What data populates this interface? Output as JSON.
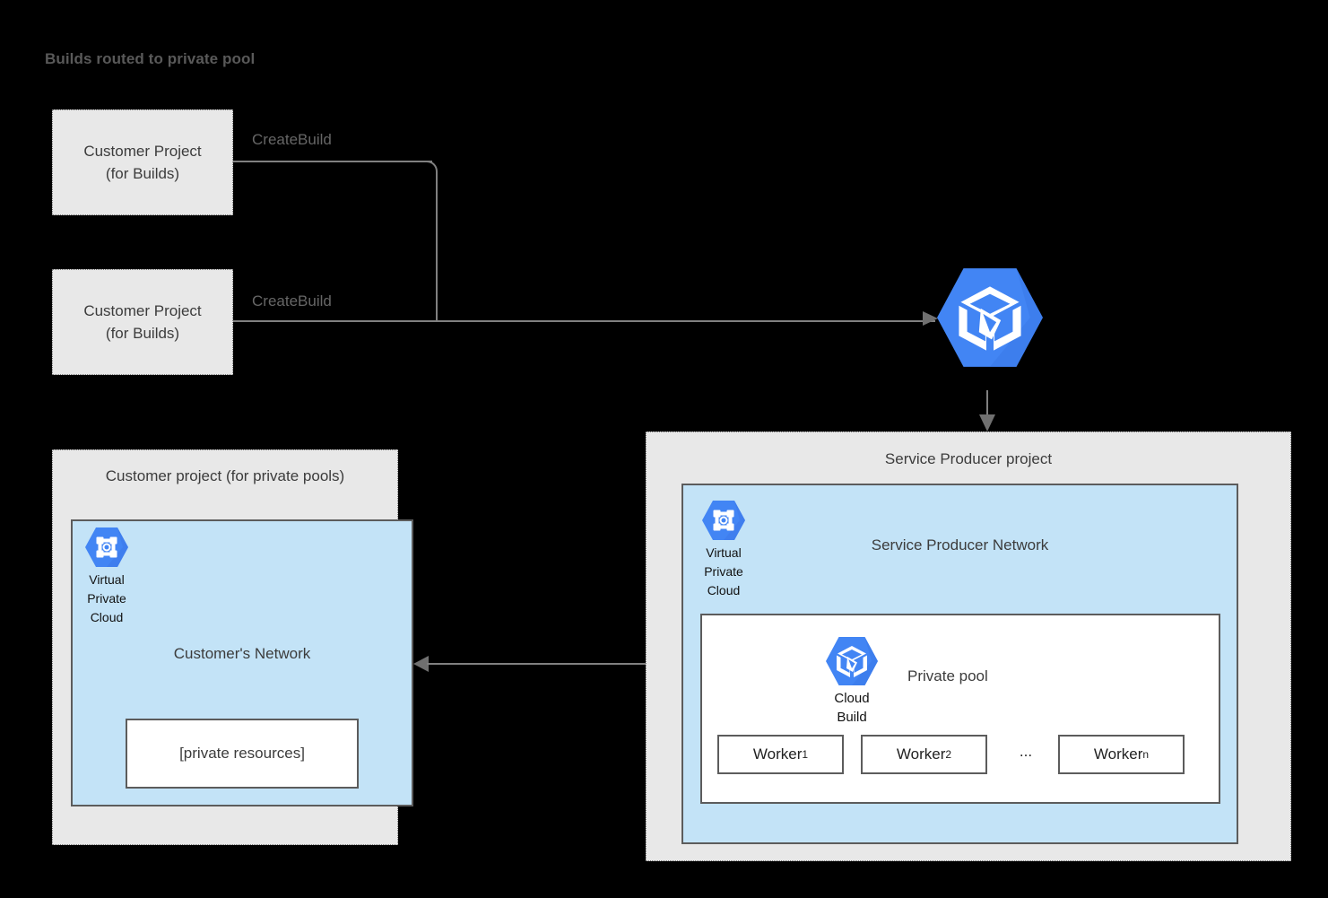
{
  "title": "Builds routed to private pool",
  "customer_build_projects": [
    {
      "line1": "Customer Project",
      "line2": "(for Builds)",
      "edge_label": "CreateBuild"
    },
    {
      "line1": "Customer Project",
      "line2": "(for Builds)",
      "edge_label": "CreateBuild"
    }
  ],
  "cloud_build_service": {
    "icon": "cloud-build-icon"
  },
  "customer_pools_project": {
    "title": "Customer project (for private pools)",
    "vpc": {
      "icon": "virtual-private-cloud-icon",
      "label_line1": "Virtual",
      "label_line2": "Private",
      "label_line3": "Cloud"
    },
    "network_title": "Customer's Network",
    "private_resources": "[private resources]"
  },
  "service_producer_project": {
    "title": "Service Producer project",
    "vpc": {
      "icon": "virtual-private-cloud-icon",
      "label_line1": "Virtual",
      "label_line2": "Private",
      "label_line3": "Cloud"
    },
    "network_title": "Service Producer Network",
    "private_pool": {
      "title": "Private pool",
      "cloud_build_icon": "cloud-build-icon",
      "cloud_build_label_line1": "Cloud",
      "cloud_build_label_line2": "Build",
      "workers": [
        {
          "name": "Worker",
          "sub": "1"
        },
        {
          "name": "Worker",
          "sub": "2"
        },
        {
          "name": "Worker",
          "sub": "n"
        }
      ],
      "ellipsis": "..."
    }
  },
  "colors": {
    "background": "#000000",
    "project_fill": "#E8E8E8",
    "project_border": "#7A7A7A",
    "network_fill": "#C3E3F7",
    "network_border": "#5C5C5C",
    "google_blue": "#4285F4",
    "google_blue_dark": "#3B78E7",
    "line": "#808080",
    "text": "#3C3C3C",
    "title_text": "#595959"
  }
}
